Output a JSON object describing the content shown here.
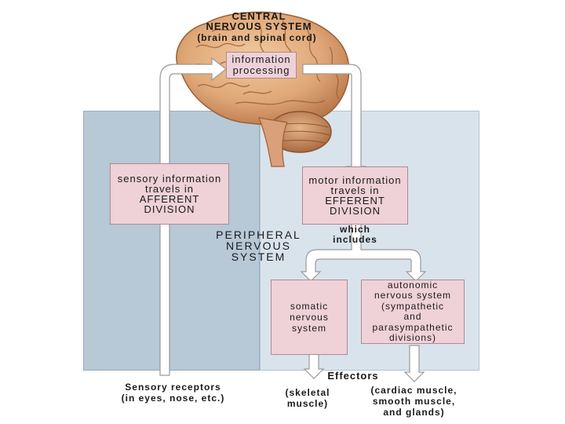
{
  "cns": {
    "title_line1": "CENTRAL",
    "title_line2": "NERVOUS SYSTEM",
    "subtitle": "(brain and spinal cord)"
  },
  "processing": {
    "line1": "information",
    "line2": "processing"
  },
  "afferent": {
    "line1": "sensory information",
    "line2": "travels in",
    "line3": "AFFERENT",
    "line4": "DIVISION"
  },
  "efferent": {
    "line1": "motor information",
    "line2": "travels in",
    "line3": "EFFERENT",
    "line4": "DIVISION"
  },
  "pns": {
    "line1": "PERIPHERAL",
    "line2": "NERVOUS",
    "line3": "SYSTEM"
  },
  "includes": {
    "line1": "which",
    "line2": "includes"
  },
  "somatic": {
    "line1": "somatic",
    "line2": "nervous",
    "line3": "system"
  },
  "autonomic": {
    "line1": "autonomic",
    "line2": "nervous system",
    "line3": "(sympathetic",
    "line4": "and",
    "line5": "parasympathetic",
    "line6": "divisions)"
  },
  "effectors": {
    "title": "Effectors",
    "skeletal_line1": "(skeletal",
    "skeletal_line2": "muscle)",
    "cardiac_line1": "(cardiac muscle,",
    "cardiac_line2": "smooth muscle,",
    "cardiac_line3": "and glands)"
  },
  "receptors": {
    "line1": "Sensory receptors",
    "line2": "(in eyes, nose, etc.)"
  },
  "colors": {
    "left_panel": "#b7c8d6",
    "right_panel": "#d9e3ec",
    "box_fill": "#efd1d8",
    "arrow_fill": "#ffffff",
    "brain": "#e0a878"
  }
}
